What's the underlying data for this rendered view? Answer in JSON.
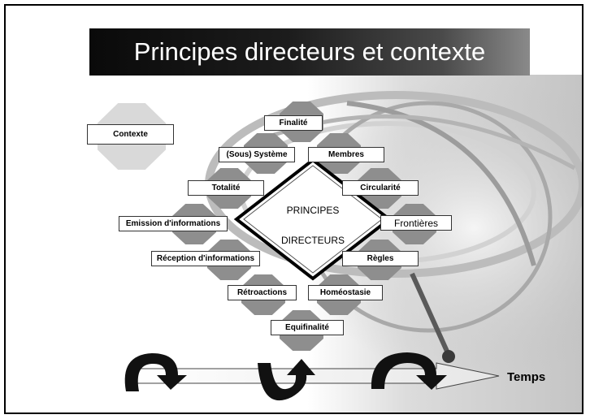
{
  "title": "Principes directeurs et contexte",
  "context_label": "Contexte",
  "center": {
    "line1": "PRINCIPES",
    "line2": "DIRECTEURS"
  },
  "principles": {
    "finalite": "Finalité",
    "sous_systeme": "(Sous) Système",
    "membres": "Membres",
    "totalite": "Totalité",
    "circularite": "Circularité",
    "emission": "Emission d'informations",
    "frontieres": "Frontières",
    "reception": "Réception d'informations",
    "regles": "Règles",
    "retroactions": "Rétroactions",
    "homeostasie": "Homéostasie",
    "equifinalite": "Equifinalité"
  },
  "timeline_label": "Temps",
  "colors": {
    "octagon": "#8e8e8e",
    "octagon_light": "#d9d9d9",
    "title_bar": "#111111",
    "arrow": "#111111"
  }
}
